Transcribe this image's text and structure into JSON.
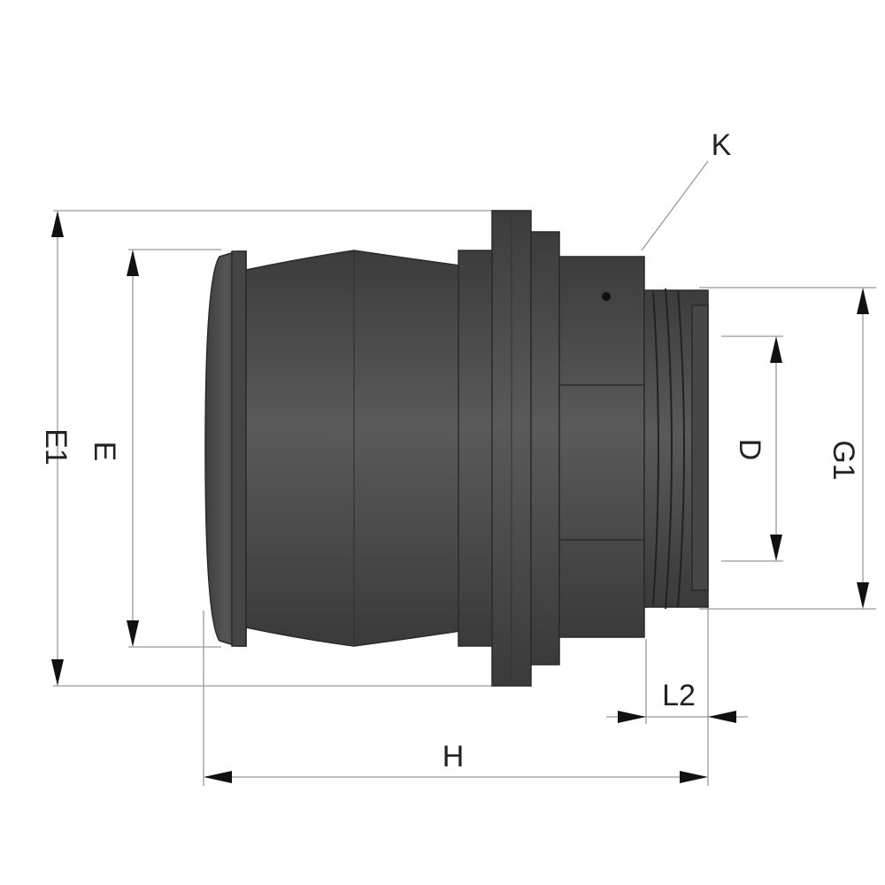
{
  "title": "Cable gland dimension drawing",
  "labels": {
    "E1": "E1",
    "E": "E",
    "D": "D",
    "G1": "G1",
    "K": "K",
    "L2": "L2",
    "H": "H"
  },
  "colors": {
    "body": "#4d4d4d",
    "body_dark": "#333333",
    "dimension_line": "#999999",
    "arrow": "#111111"
  }
}
